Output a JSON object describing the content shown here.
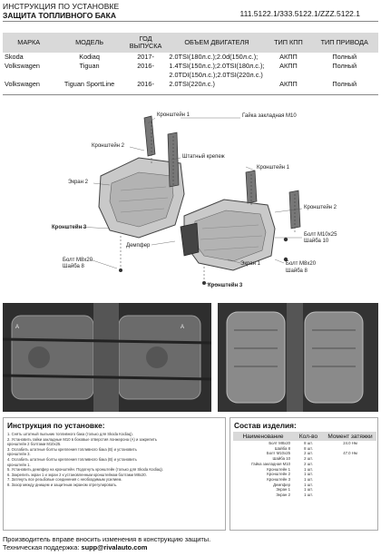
{
  "header": {
    "title_line1": "ИНСТРУКЦИЯ ПО УСТАНОВКЕ",
    "title_line2": "ЗАЩИТА ТОПЛИВНОГО БАКА",
    "codes": "111.5122.1/333.5122.1/ZZZ.5122.1"
  },
  "vehicles": {
    "columns": [
      "МАРКА",
      "МОДЕЛЬ",
      "ГОД ВЫПУСКА",
      "ОБЪЕМ ДВИГАТЕЛЯ",
      "ТИП КПП",
      "ТИП ПРИВОДА"
    ],
    "rows": [
      [
        "Skoda",
        "Kodiaq",
        "2017-",
        "2.0TSI(180л.с.);2.0d(150л.с.);",
        "АКПП",
        "Полный"
      ],
      [
        "Volkswagen",
        "Tiguan",
        "2016-",
        "1.4TSI(150л.с.);2.0TSI(180л.с.);",
        "АКПП",
        "Полный"
      ],
      [
        "",
        "",
        "",
        "2.0TDI(150л.с.);2.0TSI(220л.с.)",
        "",
        ""
      ],
      [
        "Volkswagen",
        "Tiguan SportLine",
        "2016-",
        "2.0TSI(220л.с.)",
        "АКПП",
        "Полный"
      ]
    ]
  },
  "diagram": {
    "labels": {
      "kron1_top": "Кронштейн 1",
      "gaika": "Гайка закладная М10",
      "kron2_left": "Кронштейн 2",
      "shtat": "Штатный крепеж",
      "kron1_right": "Кронштейн 1",
      "ekran2": "Экран 2",
      "kron2_right": "Кронштейн 2",
      "kron3_left": "Кронштейн 3",
      "bolt10_a": "Болт М10х25",
      "bolt10_b": "Шайба 10",
      "dempfer": "Демпфер",
      "ekran1": "Экран 1",
      "bolt8_right_a": "Болт М8х20",
      "bolt8_right_b": "Шайба 8",
      "bolt8_left_a": "Болт М8х20",
      "bolt8_left_b": "Шайба 8",
      "kron3_bottom": "Кронштейн 3"
    }
  },
  "instructions": {
    "title": "Инструкция по установке:",
    "steps": [
      "1. Снять штатный пыльник топливного бака (только для Skoda Kodiaq).",
      "2. Установить гайки закладные М10 в боковые отверстия лонжерона (А) и закрепить",
      "кронштейн 2 болтами М10х25.",
      "3. Ослабить штатные болты крепления топливного бака (В) и установить",
      "кронштейн 3.",
      "4. Ослабить штатные болты крепления топливного бака (В) и установить",
      "кронштейн 1.",
      "5. Установить демпфер на кронштейн. Подогнуть кронштейн (только для Skoda Kodiaq).",
      "6. Закрепить экран 1 и экран 2 к установленным кронштейнам болтами М8х20.",
      "7. Затянуть все резьбовые соединения с необходимым усилием.",
      "8. Зазор между днищем и защитным экраном отрегулировать."
    ]
  },
  "components": {
    "title": "Состав изделия:",
    "columns": [
      "Наименование",
      "Кол-во",
      "Момент затяжки"
    ],
    "rows": [
      [
        "Болт М8х20",
        "8 шт.",
        "24.0 Нм"
      ],
      [
        "Шайба 8",
        "8 шт.",
        ""
      ],
      [
        "Болт М10х25",
        "2 шт.",
        "47.0 Нм"
      ],
      [
        "Шайба 10",
        "2 шт.",
        ""
      ],
      [
        "Гайка закладная М10",
        "2 шт.",
        ""
      ],
      [
        "Кронштейн 1",
        "1 шт.",
        ""
      ],
      [
        "Кронштейн 2",
        "1 шт.",
        ""
      ],
      [
        "Кронштейн 3",
        "1 шт.",
        ""
      ],
      [
        "Демпфер",
        "1 шт.",
        ""
      ],
      [
        "Экран 1",
        "1 шт.",
        ""
      ],
      [
        "Экран 2",
        "1 шт.",
        ""
      ]
    ]
  },
  "footer": {
    "line1": "Производитель вправе вносить изменения в конструкцию защиты.",
    "line2_prefix": "Техническая поддержка: ",
    "line2_email": "supp@rivalauto.com"
  }
}
